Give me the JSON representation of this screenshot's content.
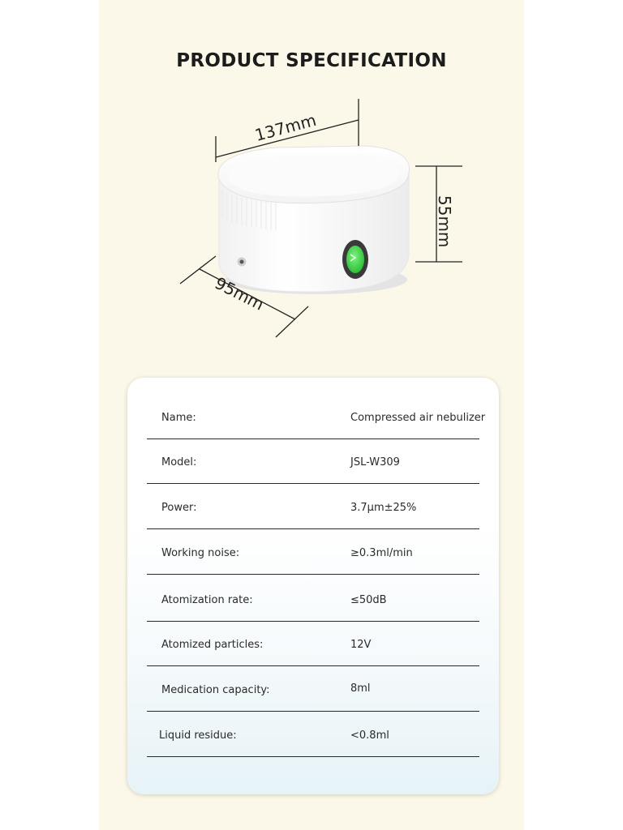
{
  "title": "PRODUCT SPECIFICATION",
  "dimensions": {
    "length": "137mm",
    "width": "95mm",
    "height": "55mm"
  },
  "specs": [
    {
      "label": "Name:",
      "value": "Compressed air nebulizer"
    },
    {
      "label": "Model:",
      "value": "JSL-W309"
    },
    {
      "label": "Power:",
      "value": "3.7μm±25%"
    },
    {
      "label": "Working noise:",
      "value": "≥0.3ml/min"
    },
    {
      "label": "Atomization rate:",
      "value": "≤50dB"
    },
    {
      "label": "Atomized particles:",
      "value": "12V"
    },
    {
      "label": "Medication capacity:",
      "value": "8ml"
    },
    {
      "label": "Liquid residue:",
      "value": "<0.8ml"
    }
  ],
  "colors": {
    "background": "#fcf8e9",
    "power_switch": "#3fd34a",
    "text": "#2a2a2a"
  }
}
